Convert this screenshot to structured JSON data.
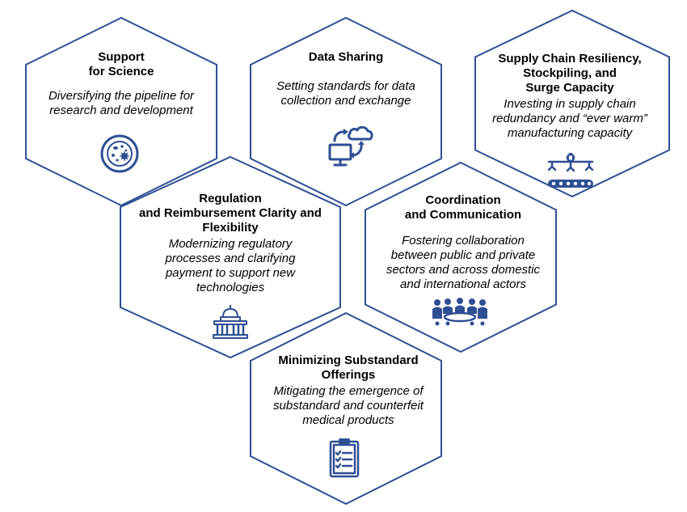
{
  "colors": {
    "hex_border": "#2E4F94",
    "icon": "#2E4F94",
    "text": "#000000"
  },
  "hexagons": [
    {
      "title": "Support\nfor Science",
      "description": "Diversifying the pipeline for\nresearch and development",
      "icon": "petri-dish-icon"
    },
    {
      "title": "Data Sharing",
      "description": "Setting standards for data\ncollection and exchange",
      "icon": "cloud-computer-sync-icon"
    },
    {
      "title": "Supply Chain Resiliency,\nStockpiling, and\nSurge Capacity",
      "description": "Investing in supply chain\nredundancy and “ever warm”\nmanufacturing capacity",
      "icon": "assembly-line-icon"
    },
    {
      "title": "Regulation\nand Reimbursement Clarity and\nFlexibility",
      "description": "Modernizing regulatory\nprocesses and clarifying\npayment to support new\ntechnologies",
      "icon": "capitol-building-icon"
    },
    {
      "title": "Coordination\nand Communication",
      "description": "Fostering collaboration\nbetween public and private\nsectors and across domestic\nand international actors",
      "icon": "meeting-table-icon"
    },
    {
      "title": "Minimizing Substandard\nOfferings",
      "description": "Mitigating the emergence of\nsubstandard and counterfeit\nmedical products",
      "icon": "clipboard-checklist-icon"
    }
  ]
}
